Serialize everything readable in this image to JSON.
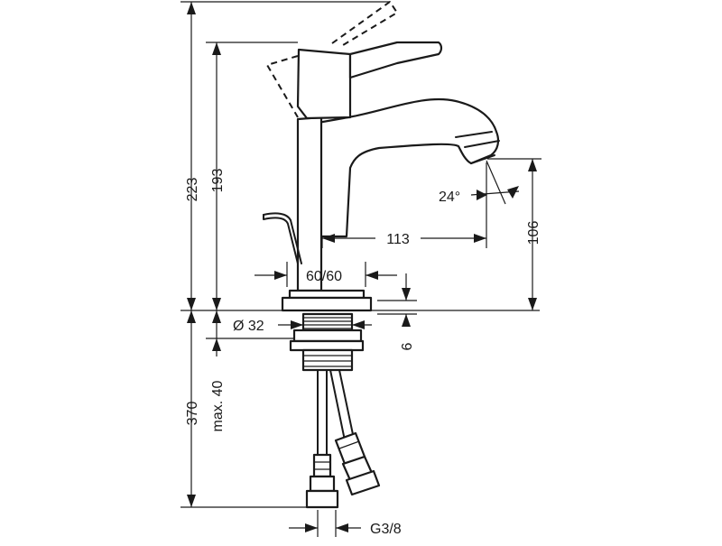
{
  "dimensions": {
    "total_height": "223",
    "spout_height": "193",
    "outlet_height": "106",
    "projection": "113",
    "base_diameter": "60/60",
    "hole_diameter": "Ø 32",
    "base_thickness": "6",
    "hose_length": "370",
    "max_countertop": "max. 40",
    "thread": "G3/8",
    "spray_angle": "24°"
  },
  "colors": {
    "line": "#1a1a1a",
    "background": "#ffffff"
  }
}
